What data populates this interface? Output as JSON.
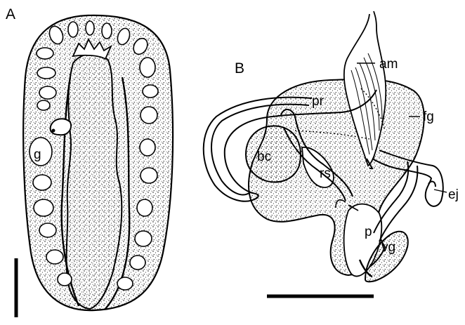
{
  "figure": {
    "background": "#ffffff",
    "ink": "#000000",
    "panels": [
      {
        "letter": "A",
        "labels": {
          "g": "g"
        }
      },
      {
        "letter": "B",
        "labels": {
          "am": "am",
          "pr": "pr",
          "fg": "fg",
          "bc": "bc",
          "rs": "rs",
          "ej": "ej",
          "p": "p",
          "vg": "vg"
        }
      }
    ]
  }
}
